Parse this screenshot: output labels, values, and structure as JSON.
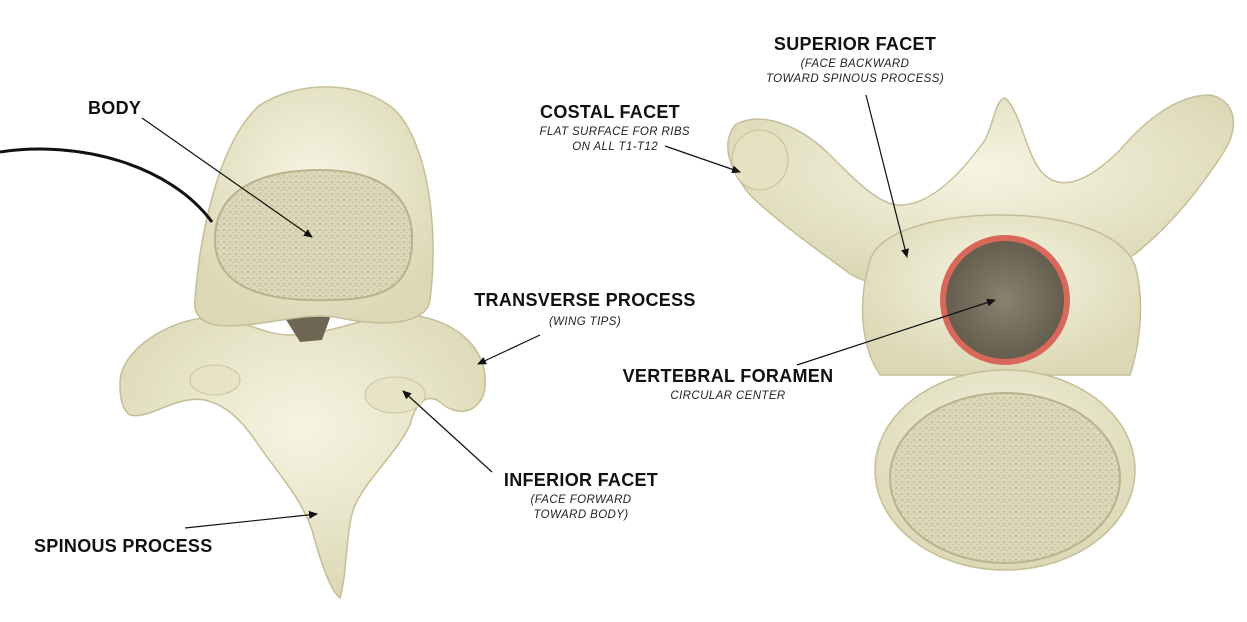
{
  "labels": {
    "body": {
      "title": "BODY"
    },
    "spinous_process": {
      "title": "SPINOUS PROCESS"
    },
    "transverse_process": {
      "title": "TRANSVERSE PROCESS",
      "sub": "(WING TIPS)"
    },
    "inferior_facet": {
      "title": "INFERIOR  FACET",
      "sub1": "(FACE FORWARD",
      "sub2": "TOWARD BODY)"
    },
    "costal_facet": {
      "title": "COSTAL FACET",
      "sub1": "FLAT SURFACE FOR RIBS",
      "sub2": "ON ALL T1-T12"
    },
    "superior_facet": {
      "title": "SUPERIOR  FACET",
      "sub1": "(FACE BACKWARD",
      "sub2": "TOWARD SPINOUS PROCESS)"
    },
    "vertebral_foramen": {
      "title": "VERTEBRAL FORAMEN",
      "sub": "CIRCULAR CENTER"
    }
  },
  "colors": {
    "bone": "#efeed6",
    "bone_shadow": "#c9c6a2",
    "spongy": "#d8d3b4",
    "foramen_ring": "#d9675a",
    "foramen_fill": "#8c8470",
    "line": "#111111"
  }
}
